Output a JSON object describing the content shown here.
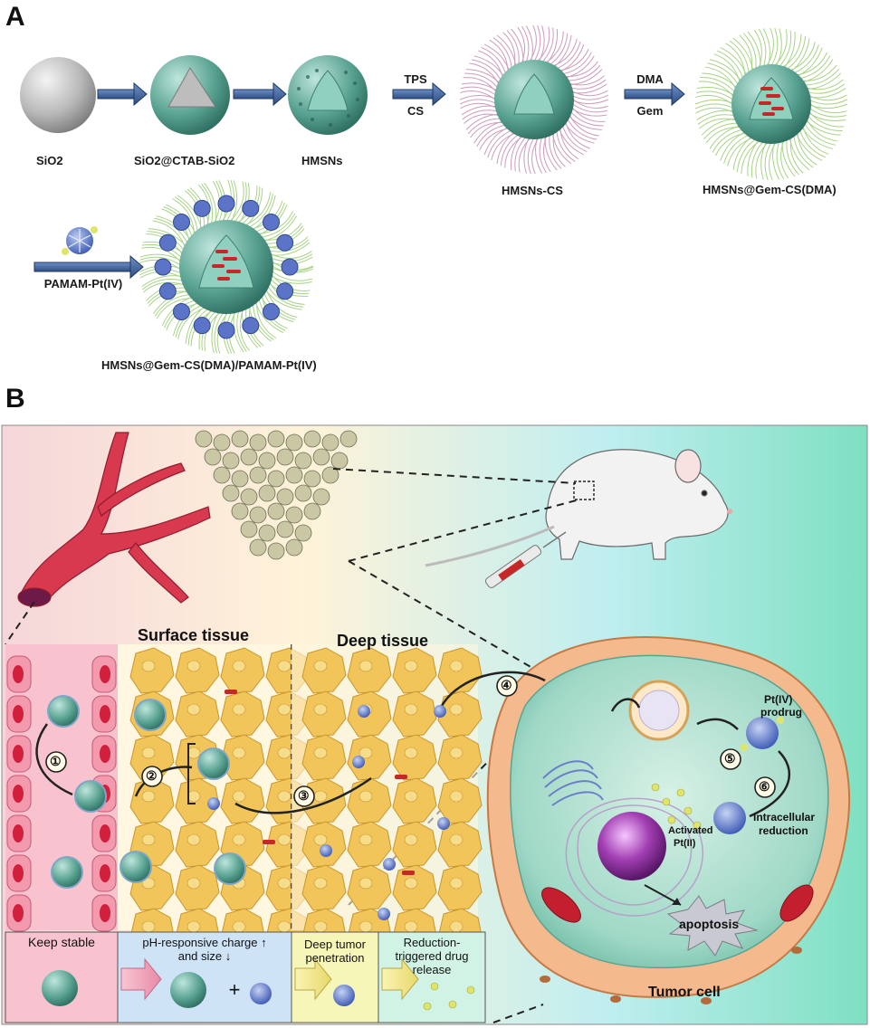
{
  "panel_a": {
    "letter": "A",
    "labels": {
      "sio2": "SiO2",
      "sio2_ctab": "SiO2@CTAB-SiO2",
      "hmsns": "HMSNs",
      "hmsns_cs": "HMSNs-CS",
      "hmsns_gem": "HMSNs@Gem-CS(DMA)",
      "final": "HMSNs@Gem-CS(DMA)/PAMAM-Pt(IV)"
    },
    "arrows": {
      "tps": "TPS",
      "cs": "CS",
      "dma": "DMA",
      "gem": "Gem",
      "pamam": "PAMAM-Pt(IV)"
    }
  },
  "panel_b": {
    "letter": "B",
    "surface_tissue": "Surface tissue",
    "deep_tissue": "Deep tissue",
    "steps": [
      "①",
      "②",
      "③",
      "④",
      "⑤",
      "⑥"
    ],
    "pt4_line1": "Pt(IV)",
    "pt4_line2": "prodrug",
    "intracellular_line1": "Intracellular",
    "intracellular_line2": "reduction",
    "activated_line1": "Activated",
    "activated_line2": "Pt(II)",
    "apoptosis": "apoptosis",
    "tumor_cell": "Tumor cell",
    "legend": {
      "keep_stable": "Keep stable",
      "ph_line1": "pH-responsive charge ↑",
      "ph_line2": "and size ↓",
      "deep_line1": "Deep tumor",
      "deep_line2": "penetration",
      "red_line1": "Reduction-",
      "red_line2": "triggered drug",
      "red_line3": "release",
      "plus": "+"
    }
  }
}
